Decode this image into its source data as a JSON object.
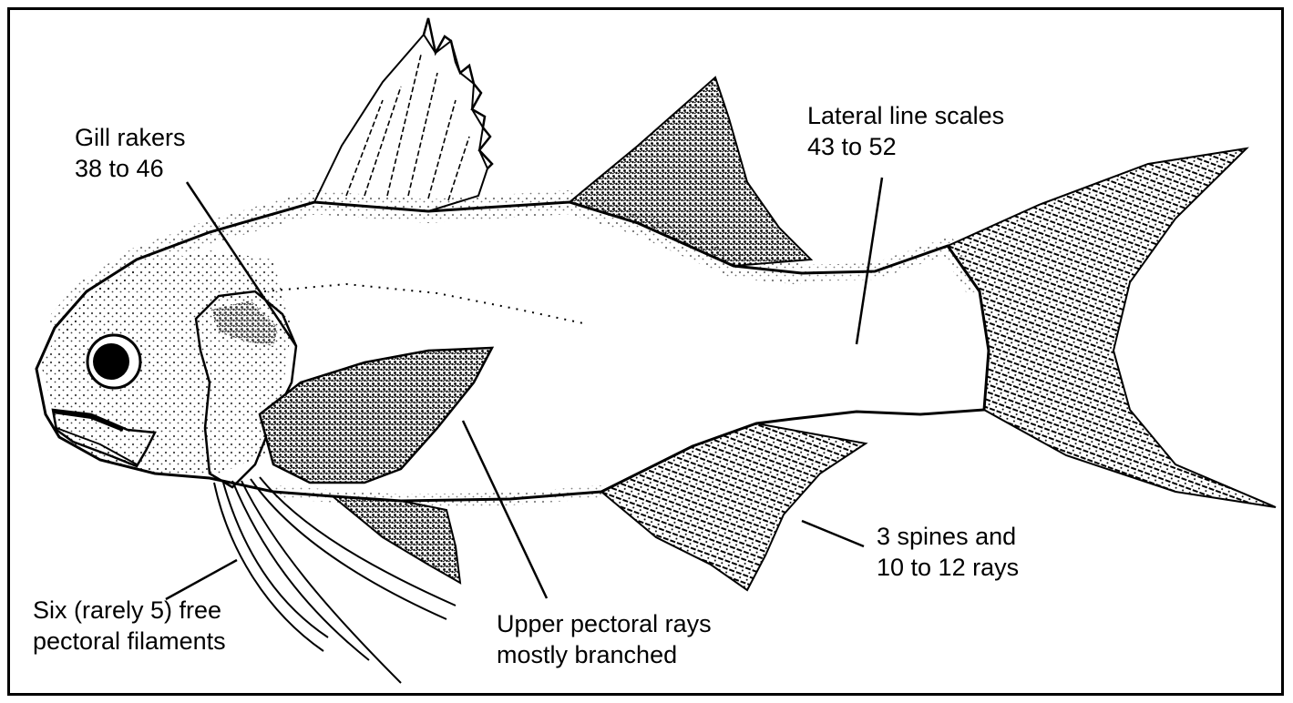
{
  "labels": {
    "gill_rakers": {
      "line1": "Gill rakers",
      "line2": "38 to 46"
    },
    "lateral_line": {
      "line1": "Lateral line scales",
      "line2": "43 to 52"
    },
    "anal_fin": {
      "line1": "3 spines and",
      "line2": "10 to 12 rays"
    },
    "pectoral_rays": {
      "line1": "Upper pectoral rays",
      "line2": "mostly branched"
    },
    "filaments": {
      "line1": "Six (rarely 5) free",
      "line2": "pectoral filaments"
    }
  },
  "colors": {
    "ink": "#000000",
    "background": "#ffffff"
  }
}
